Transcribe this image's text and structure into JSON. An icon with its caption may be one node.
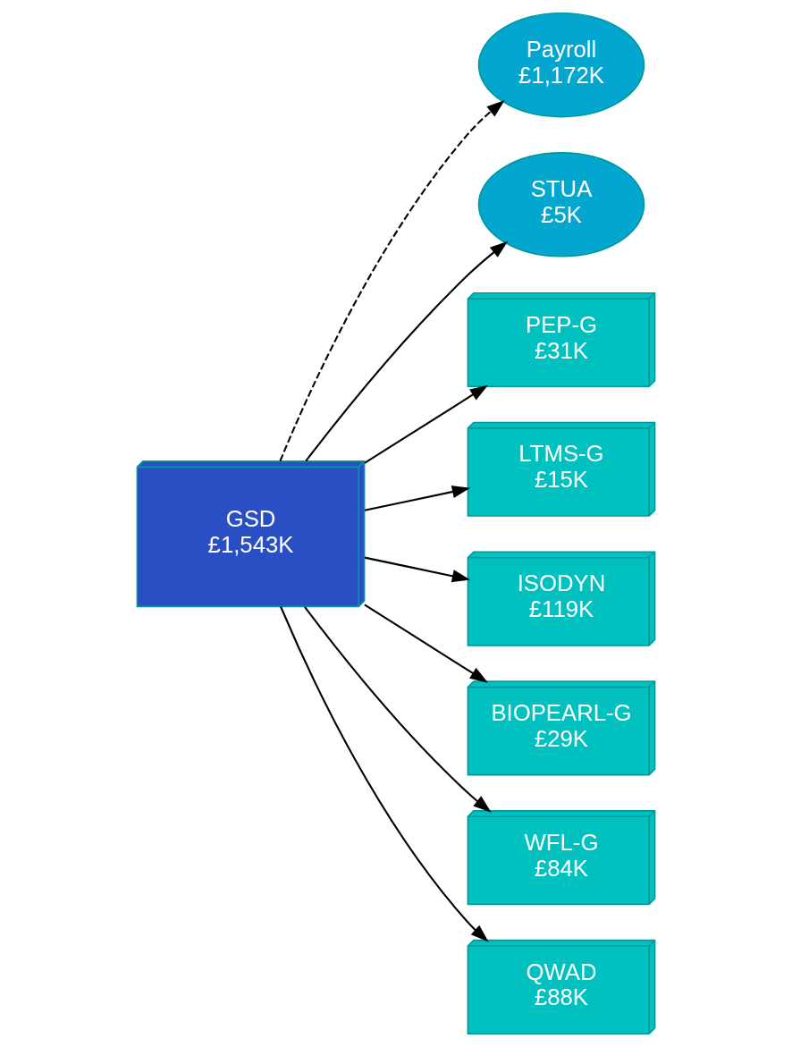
{
  "diagram": {
    "nodes": [
      {
        "text": [
          "Payroll",
          "£1,172K"
        ]
      },
      {
        "text": [
          "GSD",
          "£1,543K"
        ]
      },
      {
        "text": [
          "STUA",
          "£5K"
        ]
      },
      {
        "text": [
          "PEP-G",
          "£31K"
        ]
      },
      {
        "text": [
          "LTMS-G",
          "£15K"
        ]
      },
      {
        "text": [
          "ISODYN",
          "£119K"
        ]
      },
      {
        "text": [
          "BIOPEARL-G",
          "£29K"
        ]
      },
      {
        "text": [
          "WFL-G",
          "£84K"
        ]
      },
      {
        "text": [
          "QWAD",
          "£88K"
        ]
      }
    ],
    "edges": [
      {
        "from": 1,
        "to": 0,
        "arrow": "to",
        "style": "dashed"
      },
      {
        "from": 1,
        "to": 2,
        "arrow": "to"
      },
      {
        "from": 1,
        "to": 3,
        "arrow": "to"
      },
      {
        "from": 1,
        "to": 4,
        "arrow": "to"
      },
      {
        "from": 1,
        "to": 5,
        "arrow": "to"
      },
      {
        "from": 1,
        "to": 6,
        "arrow": "to"
      },
      {
        "from": 1,
        "to": 7,
        "arrow": "to"
      },
      {
        "from": 1,
        "to": 8,
        "arrow": "to"
      }
    ]
  }
}
